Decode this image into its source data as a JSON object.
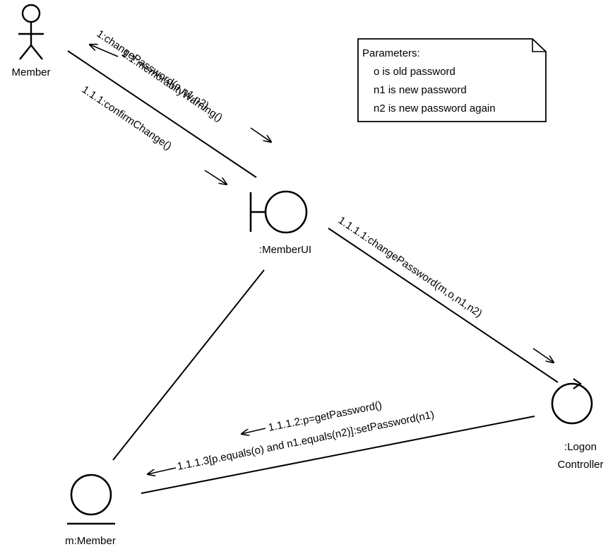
{
  "diagram": {
    "actors": {
      "member": {
        "label": "Member"
      },
      "member_ui": {
        "label": ":MemberUI"
      },
      "logon_controller": {
        "label_line1": ":Logon",
        "label_line2": "Controller"
      },
      "member_entity": {
        "label": "m:Member"
      }
    },
    "messages": [
      {
        "text": "1:changePassword(o,n1,n2)"
      },
      {
        "text": "1.1:memorabityWarning()"
      },
      {
        "text": "1.1.1:confirmChange()"
      },
      {
        "text": "1.1.1.1:changePassword(m,o,n1,n2)"
      },
      {
        "text": "1.1.1.2:p=getPassword()"
      },
      {
        "text": "1.1.1.3[p.equals(o) and n1.equals(n2)]:setPassword(n1)"
      }
    ],
    "note": {
      "lines": [
        "Parameters:",
        "o is old password",
        "n1 is new password",
        "n2 is new password again"
      ]
    }
  }
}
